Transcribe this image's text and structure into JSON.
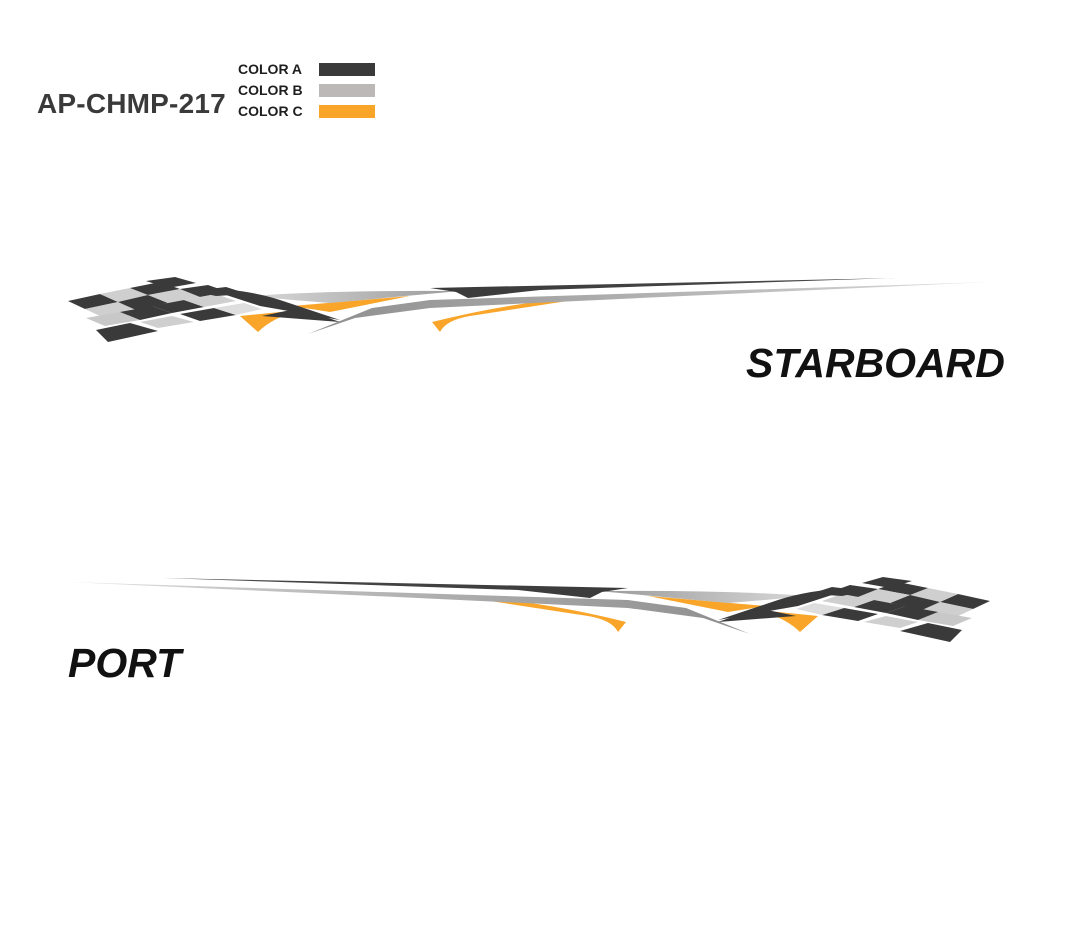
{
  "product_code": "AP-CHMP-217",
  "legend": [
    {
      "label": "COLOR A",
      "color": "#3a3a3a"
    },
    {
      "label": "COLOR B",
      "color": "#bdb8b8"
    },
    {
      "label": "COLOR C",
      "color": "#f9a52a"
    }
  ],
  "labels": {
    "starboard": "STARBOARD",
    "port": "PORT"
  },
  "icons": {
    "starboard_graphic": "checkered-flag-swoosh-graphic",
    "port_graphic": "checkered-flag-swoosh-graphic-mirrored"
  }
}
